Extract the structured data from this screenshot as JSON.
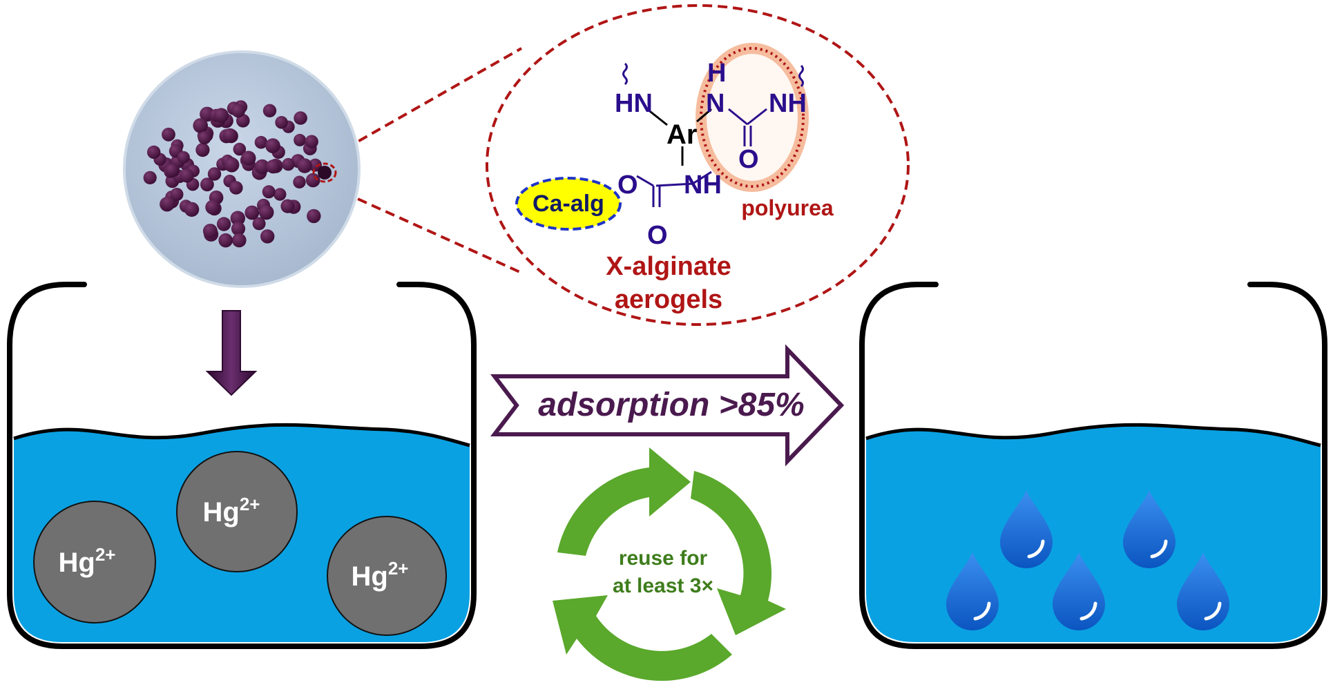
{
  "colors": {
    "water": "#0aa1e2",
    "beaker_outline": "#000000",
    "ion_fill": "#707070",
    "arrow_purple": "#4a1a4e",
    "dark_red": "#b01515",
    "chem_blue": "#2a0e8c",
    "recycle_green": "#5aa82c",
    "recycle_text": "#3e7d1c",
    "drop_blue": "#1a6fd6",
    "highlight_yellow": "#ffff00",
    "polyurea_glow": "#f2a07a"
  },
  "icons": {
    "petri_dish": "petri-dish-with-beads",
    "down_arrow": "down-arrow-icon",
    "process_arrow": "right-arrow-icon",
    "recycle": "recycle-icon",
    "drop": "water-drop-icon"
  },
  "zoom": {
    "labels": {
      "hn_left": "HN",
      "h_top": "H",
      "n_top": "N",
      "nh_right": "NH",
      "ar": "Ar",
      "o_top": "O",
      "o_left": "O",
      "nh_mid": "NH",
      "o_bottom": "O",
      "ca_alg": "Ca-alg",
      "polyurea": "polyurea",
      "title_line1": "X-alginate",
      "title_line2": "aerogels"
    }
  },
  "left_beaker": {
    "ions": [
      {
        "label": "Hg",
        "charge": "2+"
      },
      {
        "label": "Hg",
        "charge": "2+"
      },
      {
        "label": "Hg",
        "charge": "2+"
      }
    ]
  },
  "process": {
    "arrow_label": "adsorption >85%",
    "recycle_line1": "reuse for",
    "recycle_line2": "at least 3×"
  }
}
